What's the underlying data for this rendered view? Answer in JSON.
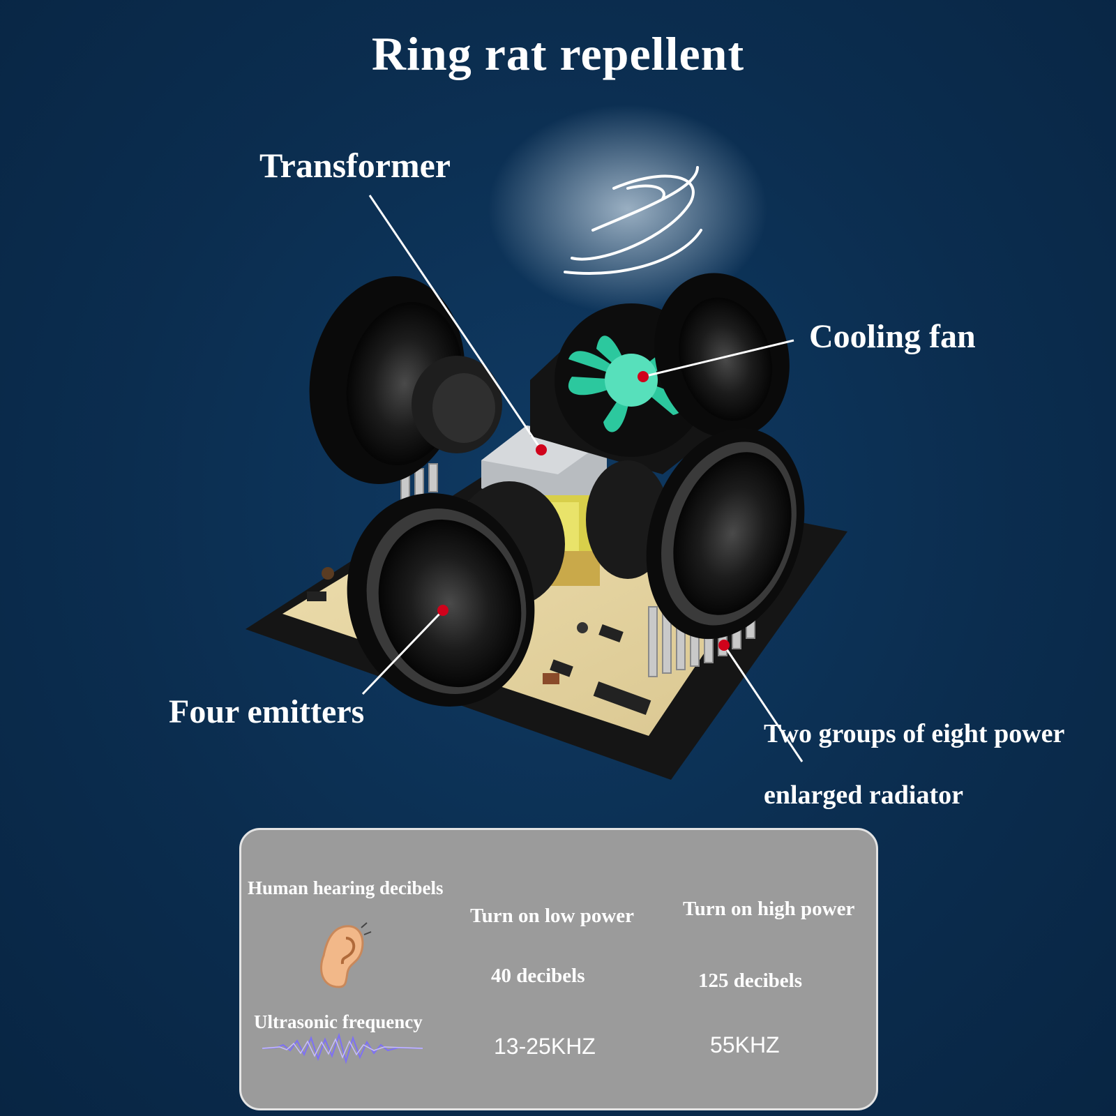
{
  "title": "Ring rat repellent",
  "callouts": {
    "transformer": "Transformer",
    "cooling_fan": "Cooling fan",
    "four_emitters": "Four emitters",
    "radiator_line1": "Two groups of eight power",
    "radiator_line2": "enlarged radiator"
  },
  "spec_table": {
    "row1_header": "Human hearing decibels",
    "row2_header": "Ultrasonic frequency",
    "col_low": "Turn on low power",
    "col_high": "Turn on high power",
    "low_decibels": "40 decibels",
    "high_decibels": "125 decibels",
    "low_frequency": "13-25KHZ",
    "high_frequency": "55KHZ"
  },
  "icons": {
    "ear": "ear-icon",
    "waveform": "sound-wave-icon"
  },
  "colors": {
    "background": "#0b2d4f",
    "panel": "#9b9b9b",
    "marker": "#d0021b",
    "fan_blade": "#2ed3a6"
  }
}
